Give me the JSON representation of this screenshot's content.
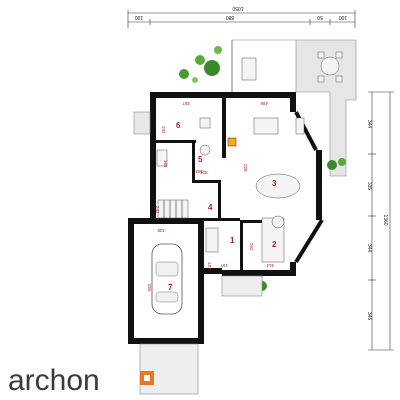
{
  "dimensions": {
    "overall_width": "1050",
    "segments_top": [
      "100",
      "880",
      "50",
      "100"
    ],
    "overall_height": "1360",
    "segments_right": [
      "344",
      "335",
      "344",
      "346"
    ]
  },
  "rooms": [
    {
      "number": "1",
      "dim": "197"
    },
    {
      "number": "2",
      "dim": "252"
    },
    {
      "number": "3",
      "dim": "228"
    },
    {
      "number": "4",
      "dim": "242"
    },
    {
      "number": "5",
      "dim": "183"
    },
    {
      "number": "6",
      "dim": "357"
    },
    {
      "number": "7",
      "dim": "335"
    }
  ],
  "extra_room_dims": [
    "495",
    "168",
    "105",
    "314",
    "187",
    "555",
    "292"
  ],
  "logo": {
    "text": "archon",
    "accent_color": "#e87722"
  },
  "colors": {
    "wall": "#111111",
    "room_label": "#b02020",
    "plant": "#3a8a2a",
    "terrace": "#dddddd"
  }
}
